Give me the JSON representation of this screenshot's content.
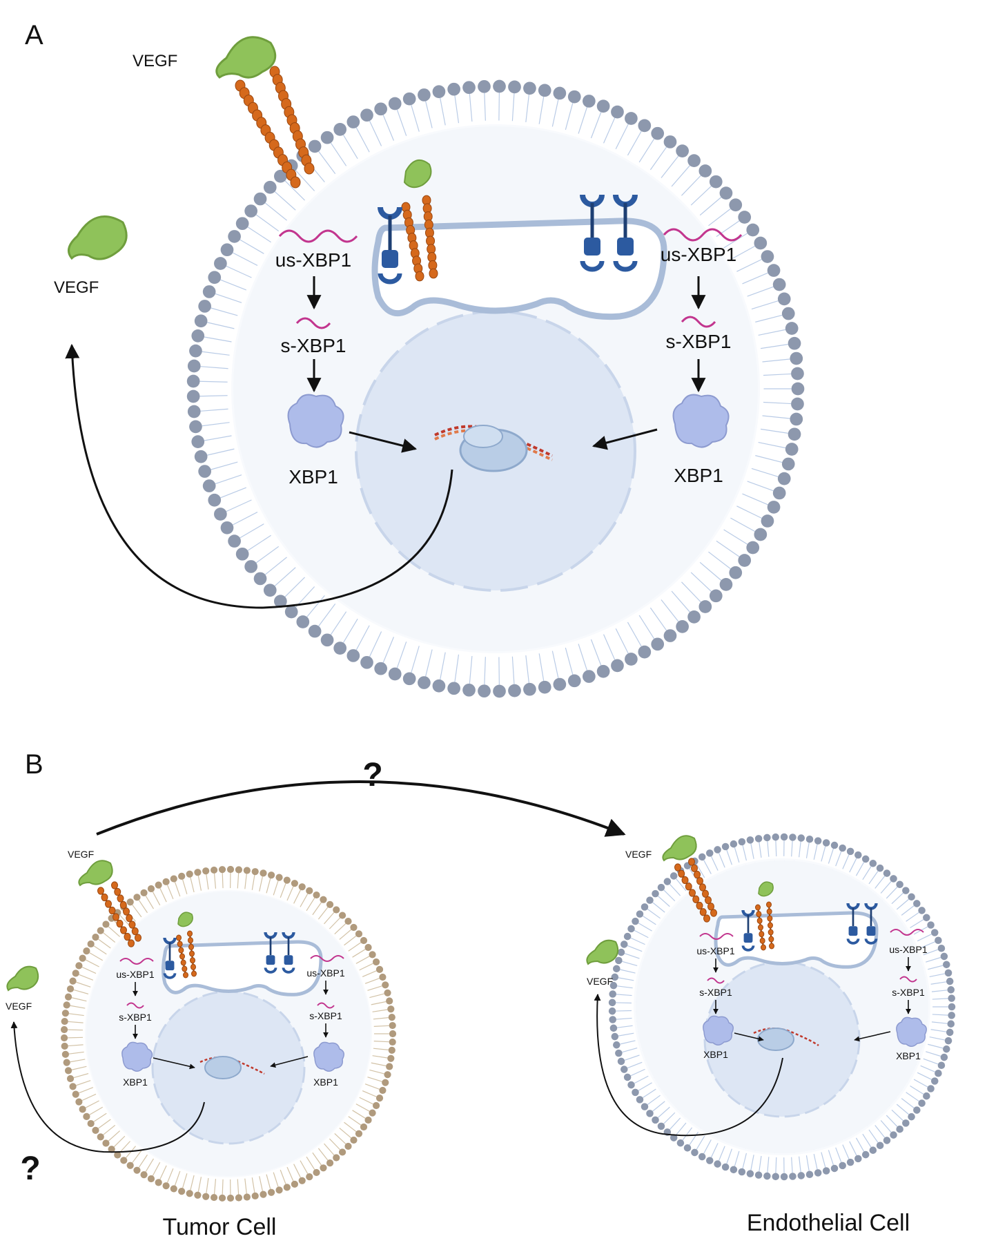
{
  "panel_a": {
    "letter": "A",
    "vegf_membrane_label": "VEGF",
    "vegf_secreted_label": "VEGF",
    "left_pathway": {
      "unspliced": "us-XBP1",
      "spliced": "s-XBP1",
      "protein": "XBP1"
    },
    "right_pathway": {
      "unspliced": "us-XBP1",
      "spliced": "s-XBP1",
      "protein": "XBP1"
    }
  },
  "panel_b": {
    "letter": "B",
    "intercellular_question": "?",
    "tumor_cell": {
      "title": "Tumor Cell",
      "vegf_membrane_label": "VEGF",
      "vegf_secreted_label": "VEGF",
      "autocrine_question": "?",
      "left_pathway": {
        "unspliced": "us-XBP1",
        "spliced": "s-XBP1",
        "protein": "XBP1"
      },
      "right_pathway": {
        "unspliced": "us-XBP1",
        "spliced": "s-XBP1",
        "protein": "XBP1"
      }
    },
    "endothelial_cell": {
      "title": "Endothelial Cell",
      "vegf_membrane_label": "VEGF",
      "vegf_secreted_label": "VEGF",
      "left_pathway": {
        "unspliced": "us-XBP1",
        "spliced": "s-XBP1",
        "protein": "XBP1"
      },
      "right_pathway": {
        "unspliced": "us-XBP1",
        "spliced": "s-XBP1",
        "protein": "XBP1"
      }
    }
  },
  "colors": {
    "membrane_head_endothelial": "#8d98ad",
    "membrane_head_tumor": "#b09a7d",
    "membrane_tail_endothelial": "#b9cbe6",
    "membrane_tail_tumor": "#d2c2a6",
    "cytoplasm": "#f4f7fb",
    "nucleus": "#dde6f4",
    "er": "#a9bcd8",
    "vegf": "#8fc25a",
    "vegfr_chain": "#d5691c",
    "receptor_blue": "#2c5aa0",
    "mrna": "#c2358e",
    "xbp1_protein": "#aebcea",
    "arrow": "#111111"
  }
}
